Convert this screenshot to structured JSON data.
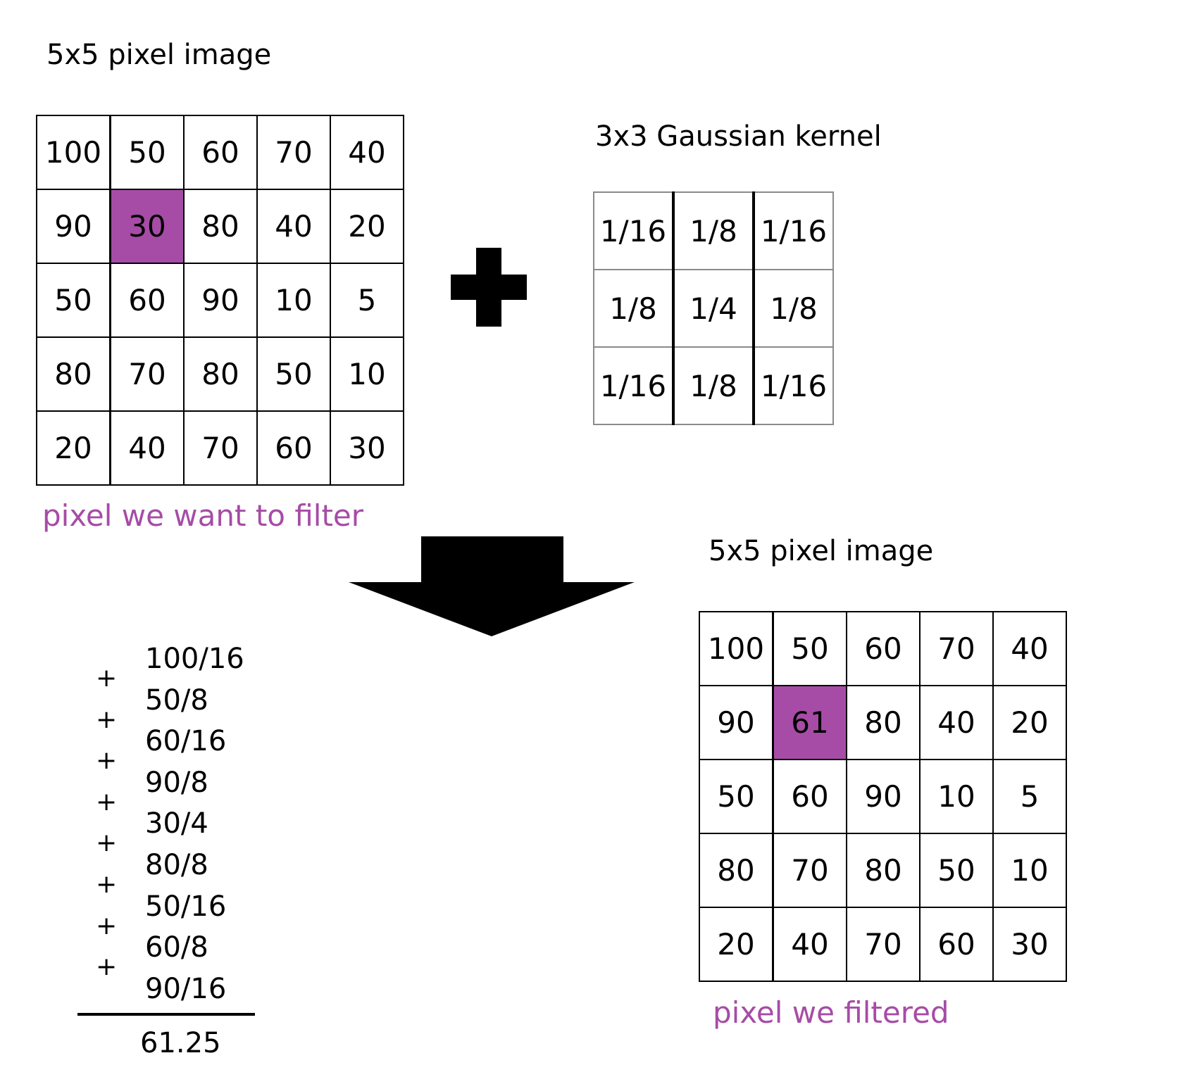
{
  "input_panel": {
    "title": "5x5 pixel image",
    "caption": "pixel we want to filter",
    "rows": [
      [
        "100",
        "50",
        "60",
        "70",
        "40"
      ],
      [
        "90",
        "30",
        "80",
        "40",
        "20"
      ],
      [
        "50",
        "60",
        "90",
        "10",
        "5"
      ],
      [
        "80",
        "70",
        "80",
        "50",
        "10"
      ],
      [
        "20",
        "40",
        "70",
        "60",
        "30"
      ]
    ],
    "highlight": {
      "row": 1,
      "col": 1
    }
  },
  "kernel_panel": {
    "title": "3x3 Gaussian kernel",
    "rows": [
      [
        "1/16",
        "1/8",
        "1/16"
      ],
      [
        "1/8",
        "1/4",
        "1/8"
      ],
      [
        "1/16",
        "1/8",
        "1/16"
      ]
    ]
  },
  "calculation": {
    "terms": [
      "100/16",
      "50/8",
      "60/16",
      "90/8",
      "30/4",
      "80/8",
      "50/16",
      "60/8",
      "90/16"
    ],
    "operator": "+",
    "result": "61.25"
  },
  "output_panel": {
    "title": "5x5 pixel image",
    "caption": "pixel we filtered",
    "rows": [
      [
        "100",
        "50",
        "60",
        "70",
        "40"
      ],
      [
        "90",
        "61",
        "80",
        "40",
        "20"
      ],
      [
        "50",
        "60",
        "90",
        "10",
        "5"
      ],
      [
        "80",
        "70",
        "80",
        "50",
        "10"
      ],
      [
        "20",
        "40",
        "70",
        "60",
        "30"
      ]
    ],
    "highlight": {
      "row": 1,
      "col": 1
    }
  },
  "colors": {
    "highlight": "#a64ca6",
    "caption_text": "#a64ca6"
  },
  "icons": {
    "operator": "plus-icon",
    "flow": "arrow-down-icon"
  }
}
